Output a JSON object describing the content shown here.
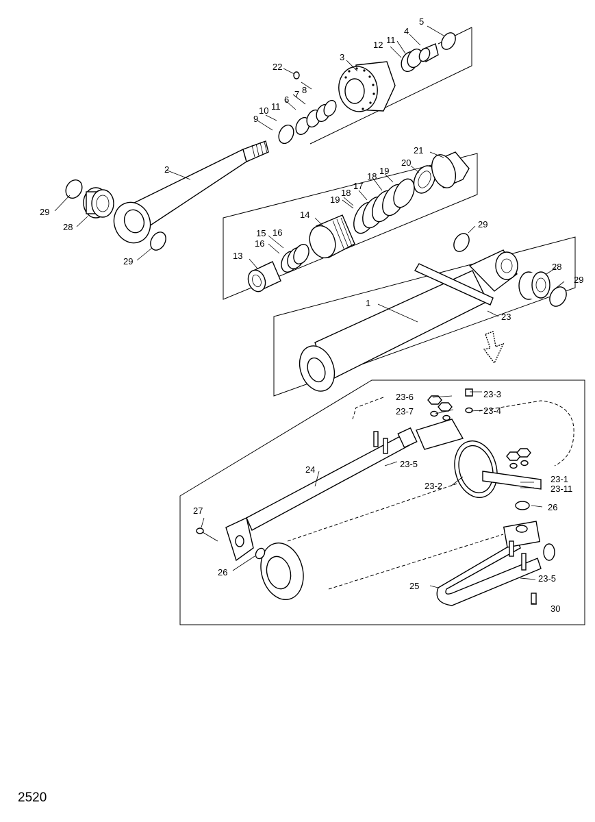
{
  "page_number": "2520",
  "labels": {
    "l1": "1",
    "l2": "2",
    "l3": "3",
    "l4": "4",
    "l5": "5",
    "l6": "6",
    "l7": "7",
    "l8": "8",
    "l9": "9",
    "l10": "10",
    "l11a": "11",
    "l11b": "11",
    "l12": "12",
    "l13": "13",
    "l14": "14",
    "l15": "15",
    "l16a": "16",
    "l16b": "16",
    "l17": "17",
    "l18a": "18",
    "l18b": "18",
    "l19a": "19",
    "l19b": "19",
    "l20": "20",
    "l21": "21",
    "l22": "22",
    "l23": "23",
    "l24": "24",
    "l25": "25",
    "l26a": "26",
    "l26b": "26",
    "l27": "27",
    "l28a": "28",
    "l28b": "28",
    "l29a": "29",
    "l29b": "29",
    "l29c": "29",
    "l30": "30",
    "l23_1": "23-1",
    "l23_2": "23-2",
    "l23_3": "23-3",
    "l23_4": "23-4",
    "l23_5a": "23-5",
    "l23_5b": "23-5",
    "l23_6": "23-6",
    "l23_7": "23-7",
    "l23_11": "23-11"
  }
}
